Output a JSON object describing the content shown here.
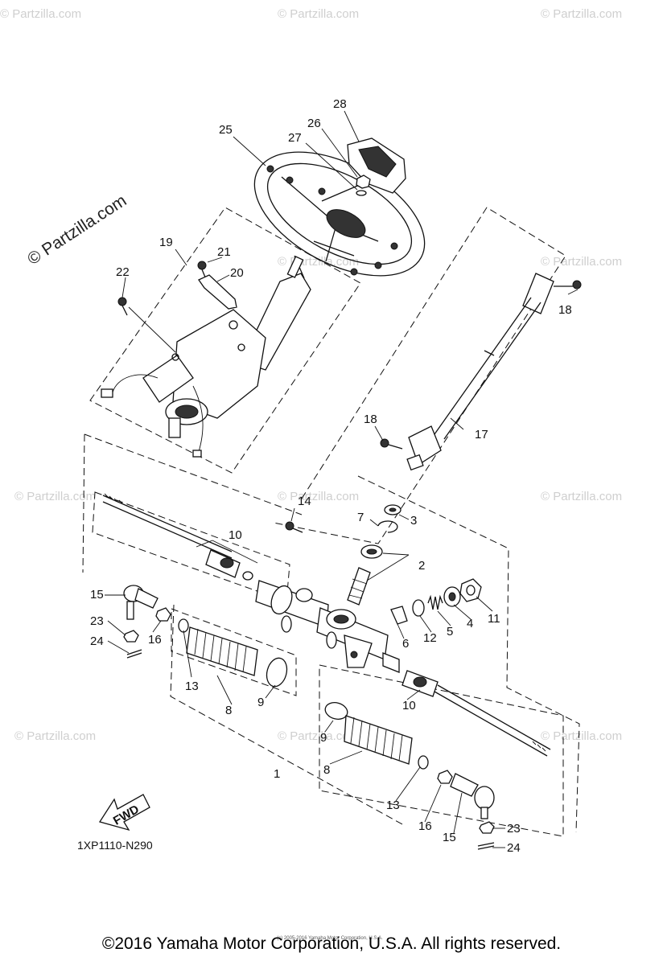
{
  "watermark": {
    "brand": "© Partzilla.com",
    "tile": "© Partzilla.com"
  },
  "callouts": {
    "c1": "1",
    "c2": "2",
    "c3": "3",
    "c4": "4",
    "c5": "5",
    "c6": "6",
    "c7": "7",
    "c8a": "8",
    "c8b": "8",
    "c9a": "9",
    "c9b": "9",
    "c10a": "10",
    "c10b": "10",
    "c11": "11",
    "c12": "12",
    "c13a": "13",
    "c13b": "13",
    "c14": "14",
    "c15a": "15",
    "c15b": "15",
    "c16a": "16",
    "c16b": "16",
    "c17": "17",
    "c18a": "18",
    "c18b": "18",
    "c19": "19",
    "c20": "20",
    "c21": "21",
    "c22": "22",
    "c23a": "23",
    "c23b": "23",
    "c24a": "24",
    "c24b": "24",
    "c25": "25",
    "c26": "26",
    "c27": "27",
    "c28": "28"
  },
  "direction_label": "FWD",
  "diagram_code": "1XP1110-N290",
  "footer": {
    "copyright": "©2016 Yamaha Motor Corporation, U.S.A. All rights reserved.",
    "fine_print": "(c) 2005-2016 Yamaha Motor Corporation, U.S.A."
  }
}
